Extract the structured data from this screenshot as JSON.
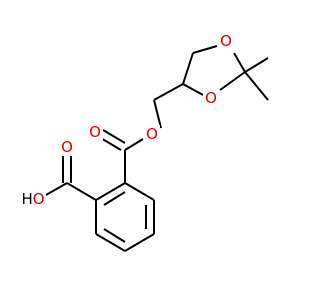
{
  "molecule": {
    "colors": {
      "bond": "#000000",
      "oxygen": "#e00000",
      "hydrogen": "#000000",
      "background": "#ffffff"
    },
    "atoms": [
      {
        "id": "ester-carbonyl-oxygen",
        "symbol": "O",
        "label": "O",
        "element": "oxygen"
      },
      {
        "id": "ester-ether-oxygen",
        "symbol": "O",
        "label": "O",
        "element": "oxygen"
      },
      {
        "id": "ring-oxygen-top",
        "symbol": "O",
        "label": "O",
        "element": "oxygen"
      },
      {
        "id": "ring-oxygen-bottom",
        "symbol": "O",
        "label": "O",
        "element": "oxygen"
      },
      {
        "id": "acid-carbonyl-oxygen",
        "symbol": "O",
        "label": "O",
        "element": "oxygen"
      },
      {
        "id": "acid-hydroxyl",
        "symbol": "HO",
        "label": "HO",
        "element": "oxygen"
      }
    ]
  }
}
